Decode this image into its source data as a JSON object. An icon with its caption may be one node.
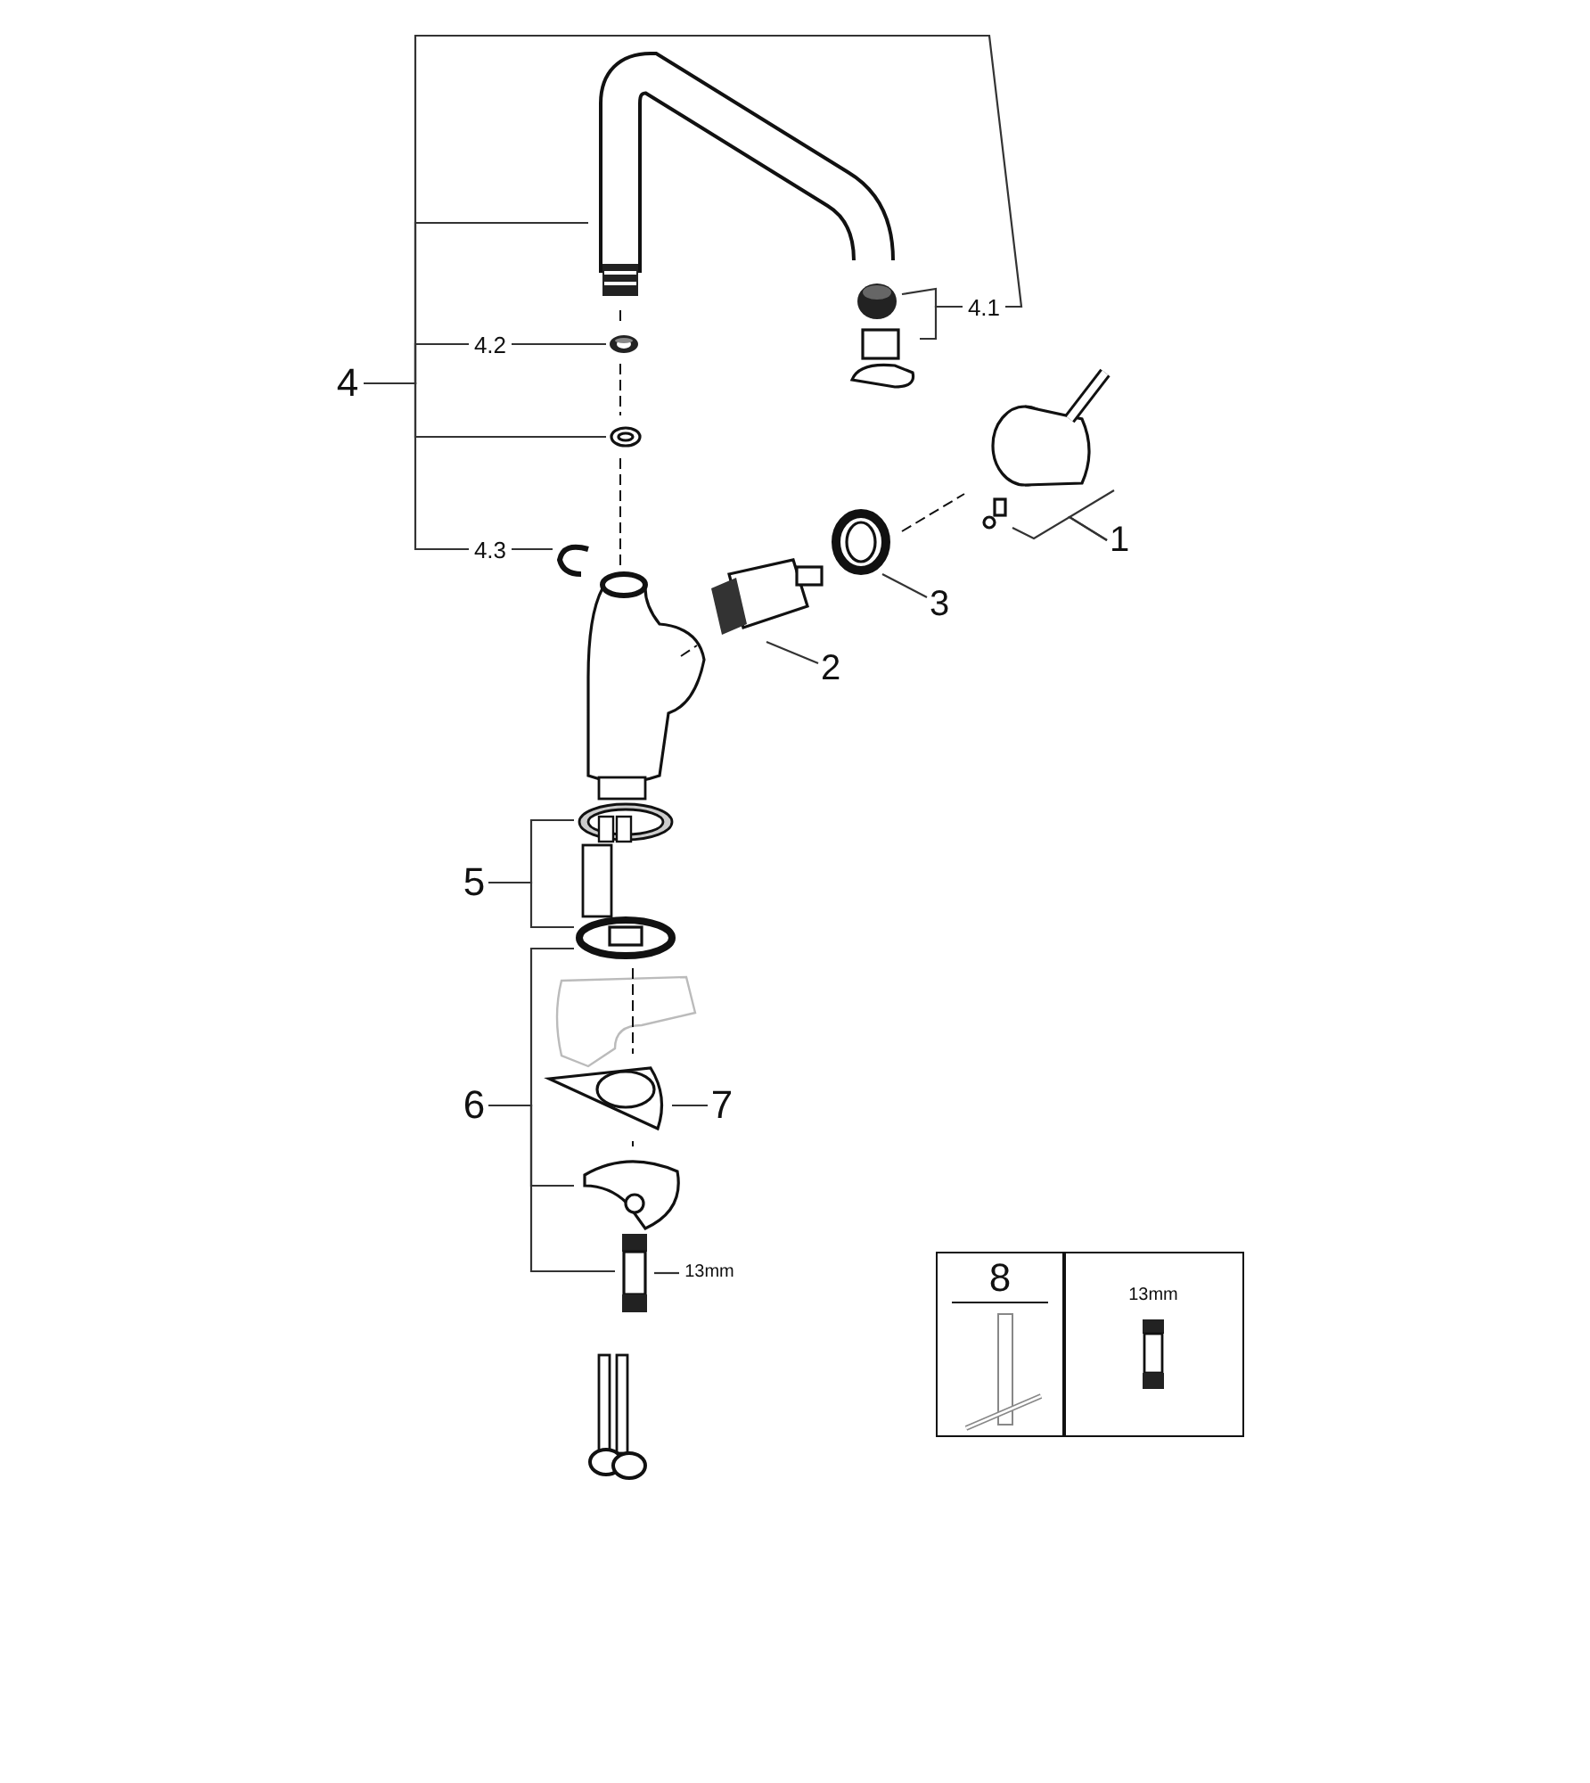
{
  "diagram": {
    "nodes": [
      {
        "text": [
          "4"
        ]
      },
      {
        "text": [
          "4.1"
        ]
      },
      {
        "text": [
          "4.2"
        ]
      },
      {
        "text": [
          "4.3"
        ]
      },
      {
        "text": [
          "1"
        ]
      },
      {
        "text": [
          "2"
        ]
      },
      {
        "text": [
          "3"
        ]
      },
      {
        "text": [
          "5"
        ]
      },
      {
        "text": [
          "6"
        ]
      },
      {
        "text": [
          "7"
        ]
      },
      {
        "text": [
          "13mm"
        ]
      },
      {
        "text": [],
        "shape": "picture"
      },
      {
        "text": [],
        "shape": "picture"
      },
      {
        "text": [],
        "shape": "picture"
      },
      {
        "text": [],
        "shape": "picture"
      },
      {
        "text": [],
        "shape": "picture"
      },
      {
        "text": [],
        "shape": "picture"
      },
      {
        "text": [],
        "shape": "picture"
      },
      {
        "text": [],
        "shape": "picture"
      },
      {
        "text": [],
        "shape": "picture"
      },
      {
        "text": [],
        "shape": "picture"
      },
      {
        "text": [],
        "shape": "picture"
      },
      {
        "text": [],
        "shape": "picture"
      },
      {
        "text": [],
        "shape": "picture"
      },
      {
        "text": [],
        "shape": "picture"
      },
      {
        "text": [],
        "shape": "picture"
      },
      {
        "text": [
          "8",
          "13mm"
        ]
      }
    ],
    "edges": [
      {
        "from": 0,
        "to": 11,
        "arrow": "none"
      },
      {
        "from": 0,
        "to": 1,
        "arrow": "none"
      },
      {
        "from": 0,
        "to": 2,
        "arrow": "none"
      },
      {
        "from": 0,
        "to": 15,
        "arrow": "none"
      },
      {
        "from": 0,
        "to": 3,
        "arrow": "none"
      },
      {
        "from": 2,
        "to": 14,
        "arrow": "none"
      },
      {
        "from": 3,
        "to": 16,
        "arrow": "none"
      },
      {
        "from": 1,
        "to": 12,
        "arrow": "none"
      },
      {
        "from": 1,
        "to": 13,
        "arrow": "none"
      },
      {
        "from": 4,
        "to": 17,
        "arrow": "none"
      },
      {
        "from": 4,
        "to": 18,
        "arrow": "none"
      },
      {
        "from": 5,
        "to": 19,
        "arrow": "none"
      },
      {
        "from": 6,
        "to": 20,
        "arrow": "none"
      },
      {
        "from": 7,
        "to": 21,
        "arrow": "none"
      },
      {
        "from": 7,
        "to": 22,
        "arrow": "none"
      },
      {
        "from": 8,
        "to": 22,
        "arrow": "none"
      },
      {
        "from": 8,
        "to": 24,
        "arrow": "none"
      },
      {
        "from": 8,
        "to": 25,
        "arrow": "none"
      },
      {
        "from": 9,
        "to": 23,
        "arrow": "none"
      },
      {
        "from": 10,
        "to": 25,
        "arrow": "none"
      }
    ]
  }
}
